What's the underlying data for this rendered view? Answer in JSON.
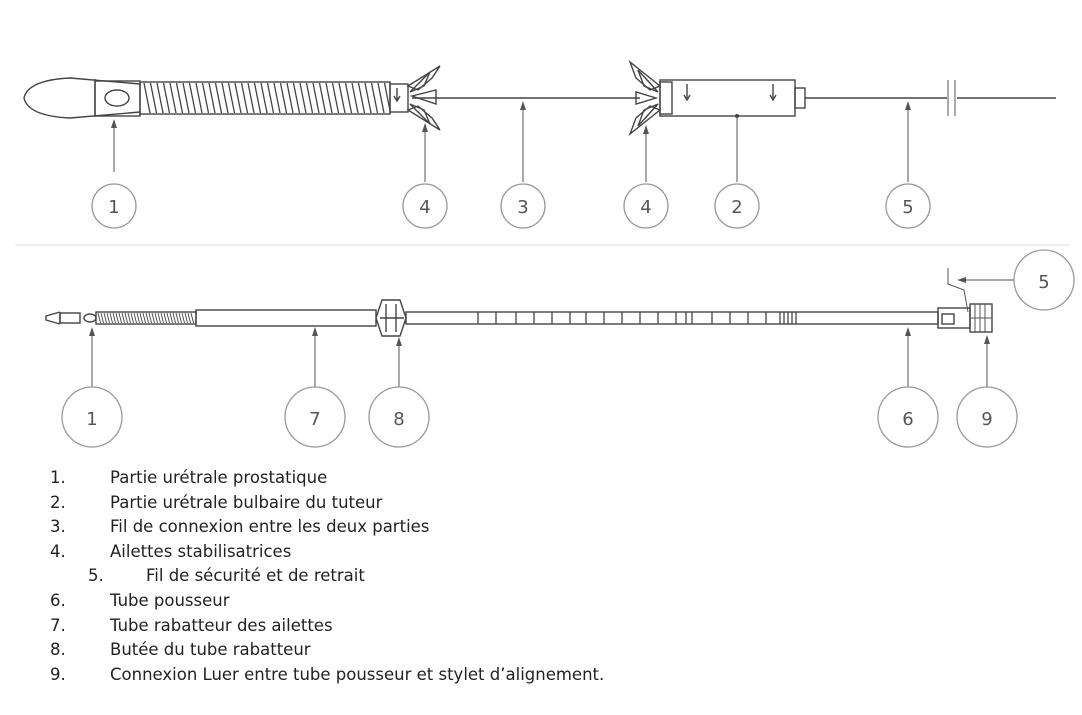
{
  "callouts_top": [
    "1",
    "4",
    "3",
    "4",
    "2",
    "5"
  ],
  "callouts_bottom": [
    "1",
    "7",
    "8",
    "6",
    "9",
    "5"
  ],
  "legend": [
    {
      "num": "1.",
      "text": "Partie urétrale prostatique"
    },
    {
      "num": "2.",
      "text": "Partie urétrale bulbaire du tuteur"
    },
    {
      "num": "3.",
      "text": "Fil de connexion entre les deux parties"
    },
    {
      "num": "4.",
      "text": "Ailettes stabilisatrices"
    },
    {
      "num": "5.",
      "text": "Fil de sécurité et de retrait"
    },
    {
      "num": "6.",
      "text": "Tube pousseur"
    },
    {
      "num": "7.",
      "text": "Tube rabatteur des ailettes"
    },
    {
      "num": "8.",
      "text": "Butée du tube rabatteur"
    },
    {
      "num": "9.",
      "text": "Connexion Luer entre tube pousseur et stylet d’alignement."
    }
  ]
}
